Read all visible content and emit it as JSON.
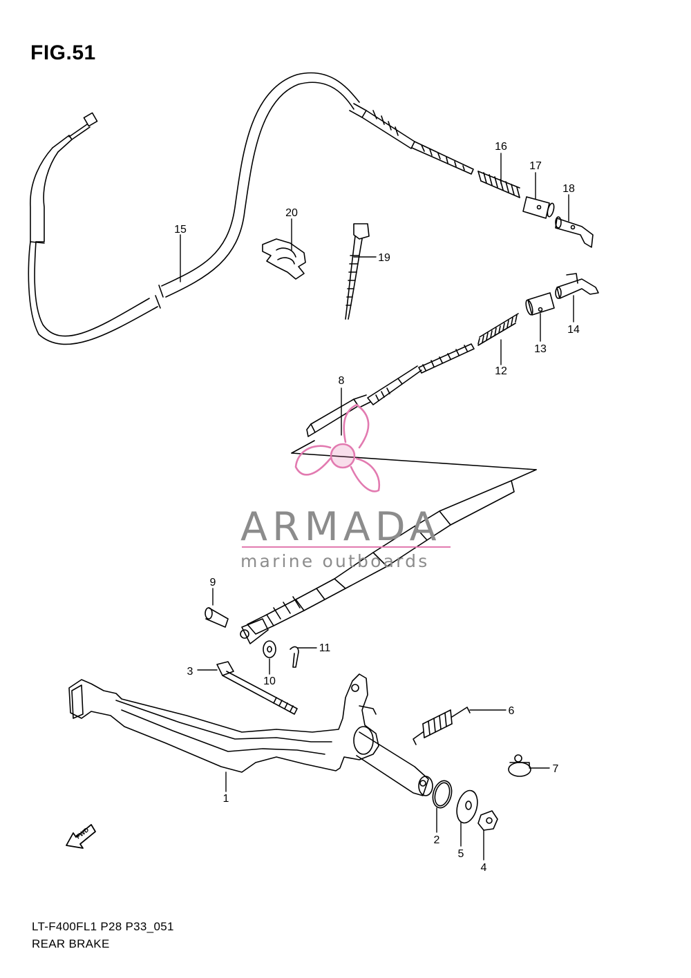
{
  "figure": {
    "title": "FIG.51"
  },
  "footer": {
    "model_code": "LT-F400FL1 P28 P33_051",
    "section_name": "REAR BRAKE"
  },
  "watermark": {
    "brand": "ARMADA",
    "tagline": "marine outboards",
    "brand_color": "#e27ab0",
    "text_color": "#8c8c8c"
  },
  "direction_marker": {
    "text": "FWD",
    "icon": "fwd-arrow-icon"
  },
  "callouts": [
    {
      "id": "1",
      "label": "1"
    },
    {
      "id": "2",
      "label": "2"
    },
    {
      "id": "3",
      "label": "3"
    },
    {
      "id": "4",
      "label": "4"
    },
    {
      "id": "5",
      "label": "5"
    },
    {
      "id": "6",
      "label": "6"
    },
    {
      "id": "7",
      "label": "7"
    },
    {
      "id": "8",
      "label": "8"
    },
    {
      "id": "9",
      "label": "9"
    },
    {
      "id": "10",
      "label": "10"
    },
    {
      "id": "11",
      "label": "11"
    },
    {
      "id": "12",
      "label": "12"
    },
    {
      "id": "13",
      "label": "13"
    },
    {
      "id": "14",
      "label": "14"
    },
    {
      "id": "15",
      "label": "15"
    },
    {
      "id": "16",
      "label": "16"
    },
    {
      "id": "17",
      "label": "17"
    },
    {
      "id": "18",
      "label": "18"
    },
    {
      "id": "19",
      "label": "19"
    },
    {
      "id": "20",
      "label": "20"
    }
  ]
}
